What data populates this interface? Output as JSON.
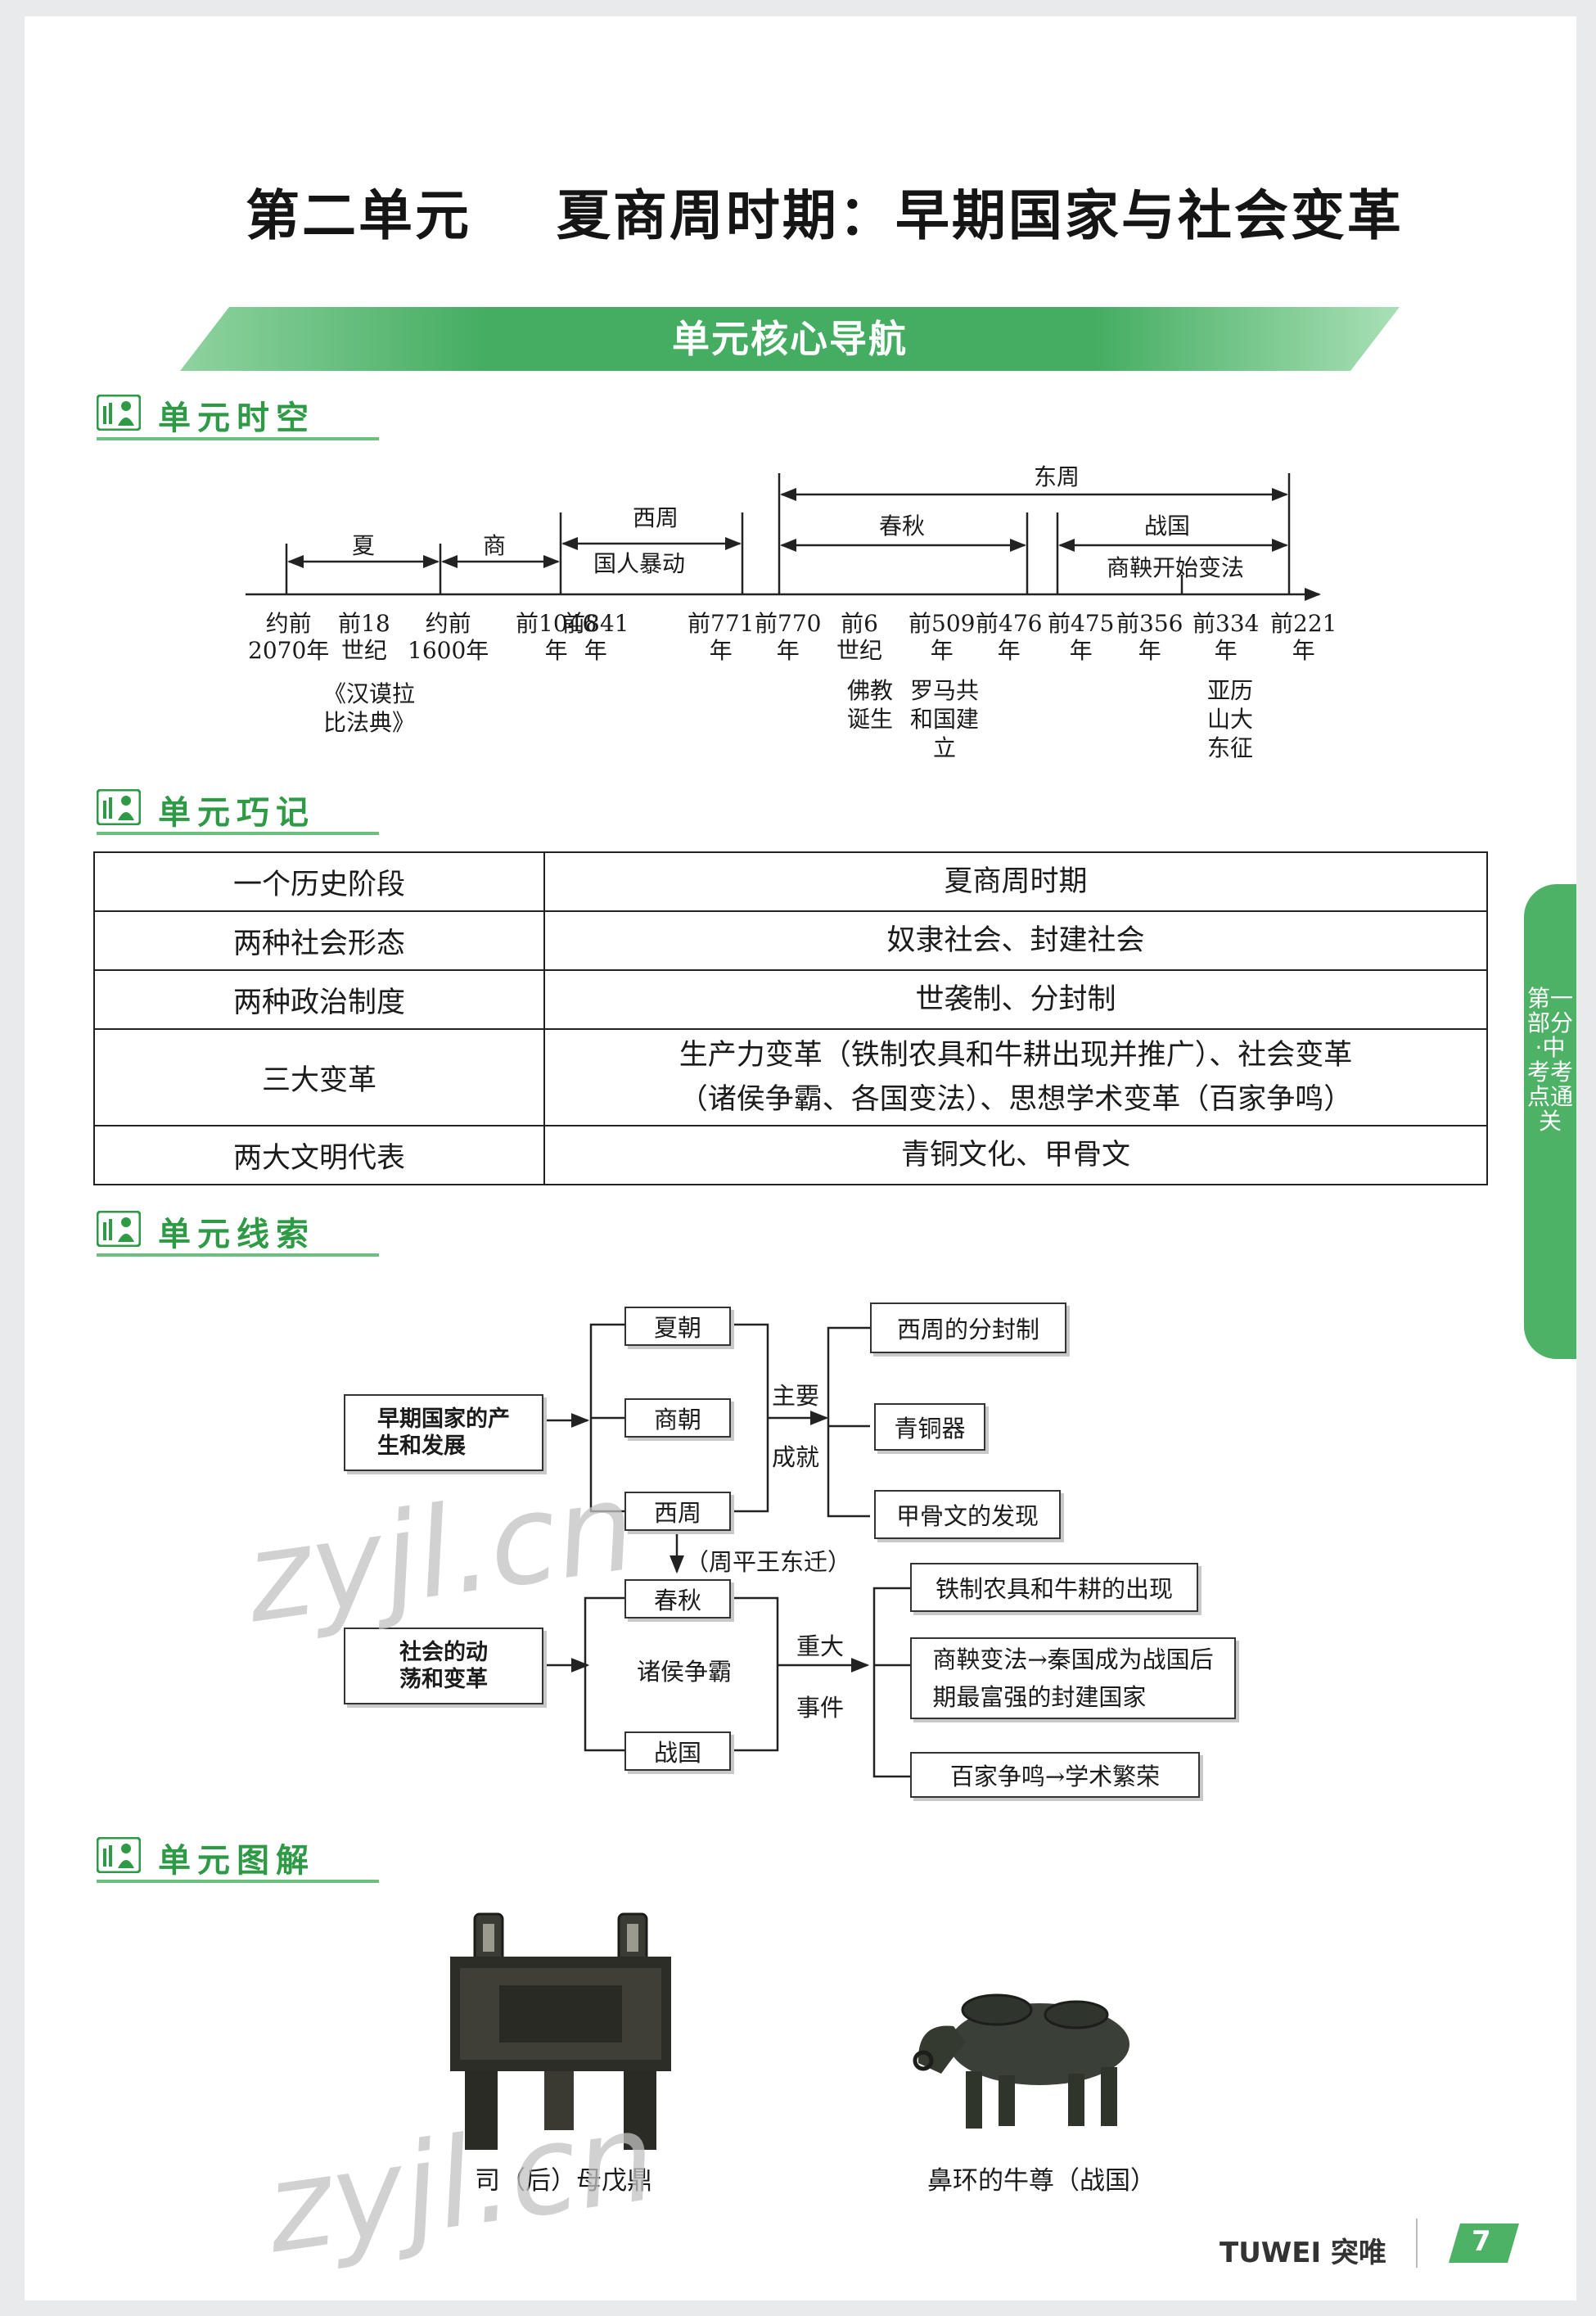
{
  "title": "第二单元    夏商周时期：早期国家与社会变革",
  "banner": "单元核心导航",
  "sections": {
    "timeline": "单元时空",
    "memory": "单元巧记",
    "clues": "单元线索",
    "figures": "单元图解"
  },
  "timeline": {
    "periods": {
      "xia": "夏",
      "shang": "商",
      "western_zhou": "西周",
      "guoren": "国人暴动",
      "eastern_zhou": "东周",
      "chunqiu": "春秋",
      "zhanguo": "战国",
      "shangyang": "商鞅开始变法"
    },
    "dates": [
      "约前\n2070年",
      "前18\n世纪",
      "约前\n1600年",
      "前1046\n年",
      "前841\n年",
      "前771\n年",
      "前770\n年",
      "前6\n世纪",
      "前509\n年",
      "前476\n年",
      "前475\n年",
      "前356\n年",
      "前334\n年",
      "前221\n年"
    ],
    "world_events": [
      "《汉谟拉\n比法典》",
      "佛教\n诞生",
      "罗马共\n和国建\n立",
      "亚历\n山大\n东征"
    ]
  },
  "memory_table": [
    {
      "key": "一个历史阶段",
      "value": "夏商周时期"
    },
    {
      "key": "两种社会形态",
      "value": "奴隶社会、封建社会"
    },
    {
      "key": "两种政治制度",
      "value": "世袭制、分封制"
    },
    {
      "key": "三大变革",
      "value": "生产力变革（铁制农具和牛耕出现并推广）、社会变革\n（诸侯争霸、各国变法）、思想学术变革（百家争鸣）"
    },
    {
      "key": "两大文明代表",
      "value": "青铜文化、甲骨文"
    }
  ],
  "flow": {
    "left1": "早期国家的产\n生和发展",
    "dyn1": "夏朝",
    "dyn2": "商朝",
    "dyn3": "西周",
    "mid1a": "主要",
    "mid1b": "成就",
    "res1": "西周的分封制",
    "res2": "青铜器",
    "res3": "甲骨文的发现",
    "transition": "（周平王东迁）",
    "left2": "社会的动\n荡和变革",
    "period1": "春秋",
    "middle": "诸侯争霸",
    "period2": "战国",
    "mid2a": "重大",
    "mid2b": "事件",
    "ev1": "铁制农具和牛耕的出现",
    "ev2": "商鞅变法→秦国成为战国后\n期最富强的封建国家",
    "ev3": "百家争鸣→学术繁荣"
  },
  "figures": {
    "fig1": "司（后）母戊鼎",
    "fig2": "鼻环的牛尊（战国）"
  },
  "side_tab": "第一部分·中考考点通关",
  "watermark": "zyjl.cn",
  "brand": "TUWEI 突唯",
  "page_number": "7",
  "colors": {
    "accent": "#4db166",
    "heading": "#2e9a46"
  }
}
